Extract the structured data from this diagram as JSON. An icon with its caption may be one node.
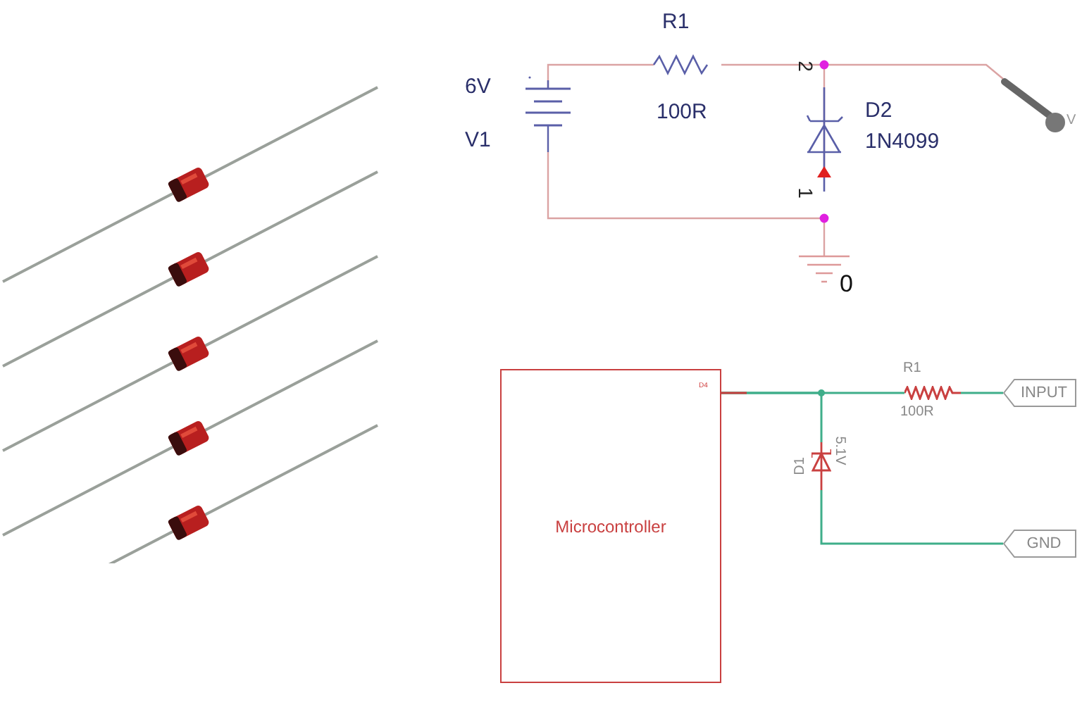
{
  "diagram": {
    "nodes": [
      {
        "text": [
          "Microcontroller"
        ]
      },
      {
        "text": [
          "INPUT"
        ]
      },
      {
        "text": [
          "GND"
        ]
      },
      {
        "text": [],
        "shape": "resistor"
      },
      {
        "text": [],
        "shape": "diode"
      }
    ],
    "edges": [
      {
        "from": 0,
        "to": 3,
        "arrow": "none"
      },
      {
        "from": 3,
        "to": 1,
        "arrow": "none"
      },
      {
        "from": 0,
        "to": 4,
        "arrow": "none"
      },
      {
        "from": 4,
        "to": 2,
        "arrow": "none"
      }
    ],
    "labels": [
      "R1",
      "6V",
      "2",
      "V1",
      "100R",
      "D2",
      "1N4099",
      "V",
      "1",
      "0",
      "D4",
      "R1",
      "100R",
      "D1",
      "5.1V"
    ]
  }
}
